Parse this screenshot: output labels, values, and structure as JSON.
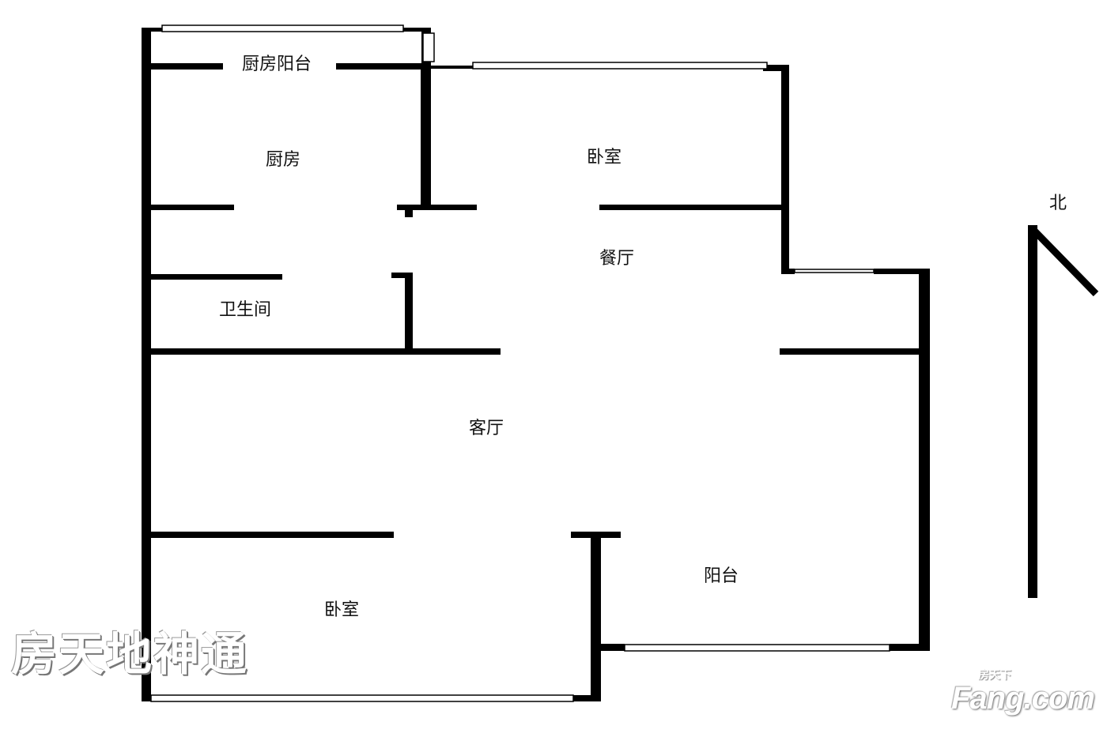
{
  "rooms": {
    "kitchen_balcony": "厨房阳台",
    "kitchen": "厨房",
    "bedroom_north": "卧室",
    "dining": "餐厅",
    "bathroom": "卫生间",
    "living": "客厅",
    "balcony": "阳台",
    "bedroom_south": "卧室"
  },
  "compass": {
    "label": "北"
  },
  "watermark": "房天地神通",
  "logo": {
    "cn": "房天下",
    "en": "Fang.com"
  }
}
